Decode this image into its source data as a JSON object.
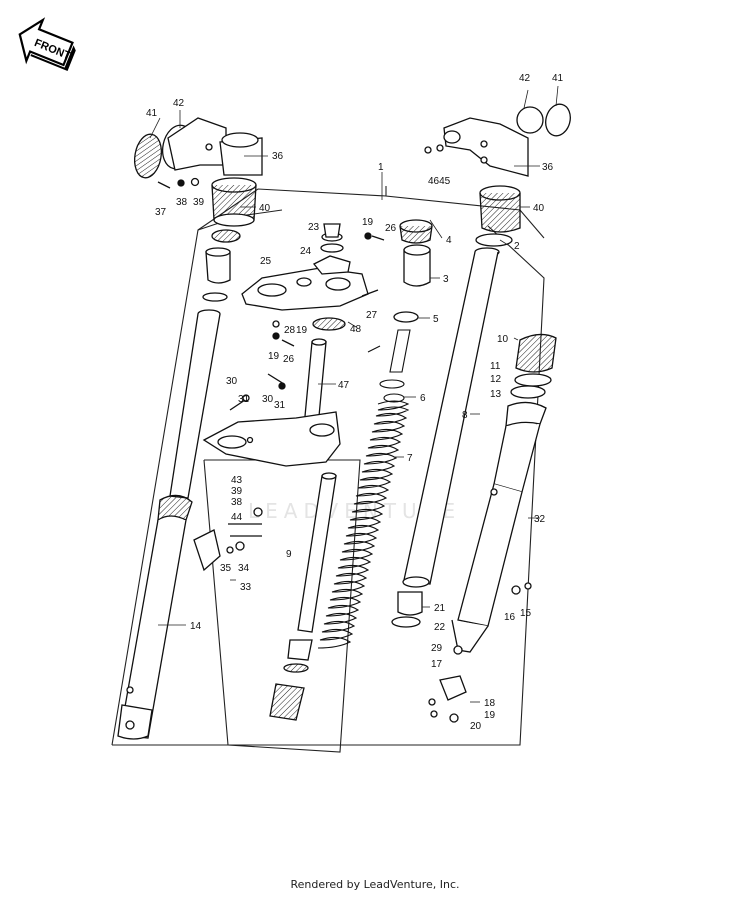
{
  "front_badge": "FRONT",
  "watermark": "LEADVENTURE",
  "footer": "Rendered by LeadVenture, Inc.",
  "part_labels": {
    "l41a": "41",
    "l42a": "42",
    "l36a": "36",
    "l37": "37",
    "l38a": "38",
    "l39a": "39",
    "l40a": "40",
    "l1": "1",
    "l19a": "19",
    "l26a": "26",
    "l4": "4",
    "l2": "2",
    "l23": "23",
    "l24": "24",
    "l25": "25",
    "l3": "3",
    "l27": "27",
    "l5": "5",
    "l28": "28",
    "l19b": "19",
    "l48": "48",
    "l19c": "19",
    "l26b": "26",
    "l47": "47",
    "l30a": "30",
    "l31a": "31",
    "l30b": "30",
    "l31b": "31",
    "l6": "6",
    "l7": "7",
    "l43": "43",
    "l39b": "39",
    "l38b": "38",
    "l44": "44",
    "l35": "35",
    "l34": "34",
    "l33": "33",
    "l9": "9",
    "l14": "14",
    "l42b": "42",
    "l41b": "41",
    "l4645": "4645",
    "l36b": "36",
    "l40b": "40",
    "l10": "10",
    "l11": "11",
    "l12": "12",
    "l13": "13",
    "l8": "8",
    "l32": "32",
    "l21": "21",
    "l22": "22",
    "l16": "16",
    "l15": "15",
    "l29": "29",
    "l17": "17",
    "l18": "18",
    "l19d": "19",
    "l20": "20"
  }
}
